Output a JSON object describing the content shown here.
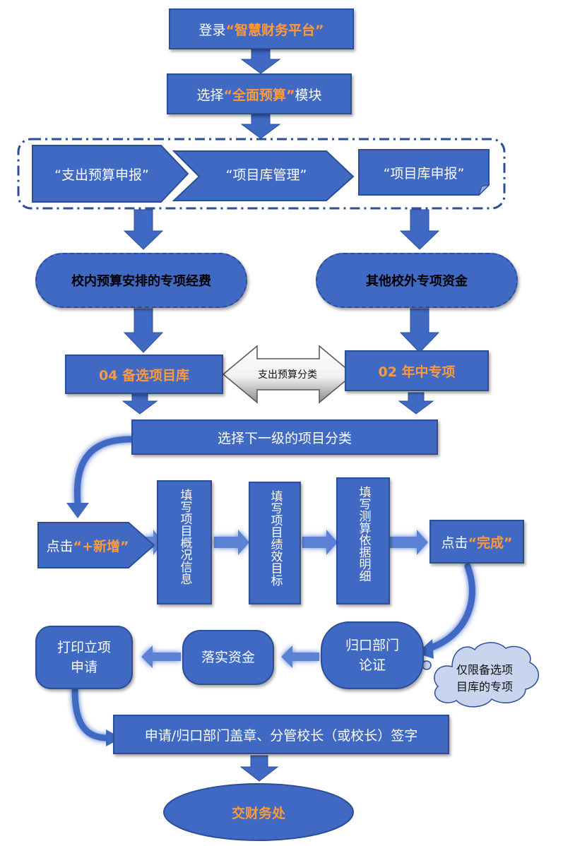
{
  "colors": {
    "node_fill": "#3f69c3",
    "node_border": "#2c4e98",
    "highlight": "#ff9a3c",
    "cloud_fill": "#c9d4ee"
  },
  "steps": {
    "login_prefix": "登录",
    "login_highlight": "“智慧财务平台”",
    "select_prefix": "选择",
    "select_highlight": "“全面预算”",
    "select_suffix": "模块",
    "chevron_1": "“支出预算申报”",
    "chevron_2": "“项目库管理”",
    "chevron_3": "“项目库申报”",
    "pill_left": "校内预算安排的专项经费",
    "pill_right": "其他校外专项资金",
    "lib_04": "04 备选项目库",
    "lib_02": "02 年中专项",
    "category_label": "支出预算分类",
    "select_next": "选择下一级的项目分类",
    "click_add_prefix": "点击",
    "click_add_highlight": "“+新增”",
    "fill_overview": "填写项目概况信息",
    "fill_performance": "填写项目绩效目标",
    "fill_basis": "填写测算依据明细",
    "click_done_prefix": "点击",
    "click_done_highlight": "“完成”",
    "dept_review_line1": "归口部门",
    "dept_review_line2": "论证",
    "cloud_note_line1": "仅限备选项",
    "cloud_note_line2": "目库的专项",
    "funding": "落实资金",
    "print_line1": "打印立项",
    "print_line2": "申请",
    "sign": "申请/归口部门盖章、分管校长（或校长）签字",
    "submit": "交财务处"
  }
}
